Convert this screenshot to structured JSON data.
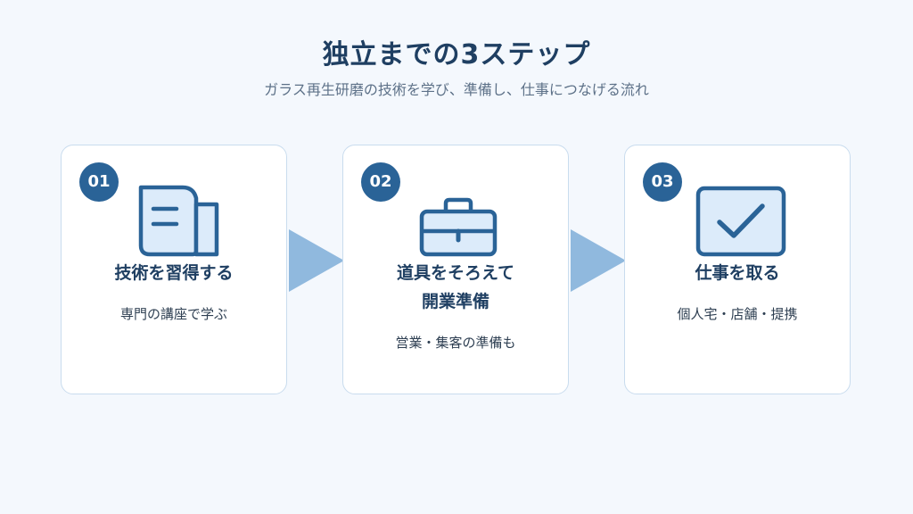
{
  "header": {
    "title": "独立までの3ステップ",
    "subtitle": "ガラス再生研磨の技術を学び、準備し、仕事につなげる流れ"
  },
  "steps": [
    {
      "number": "01",
      "title": "技術を習得する",
      "desc": "専門の講座で学ぶ",
      "icon": "document-icon"
    },
    {
      "number": "02",
      "title_line1": "道具をそろえて",
      "title_line2": "開業準備",
      "desc": "営業・集客の準備も",
      "icon": "briefcase-icon"
    },
    {
      "number": "03",
      "title": "仕事を取る",
      "desc": "個人宅・店舗・提携",
      "icon": "checkbox-icon"
    }
  ],
  "colors": {
    "accent": "#2a6397",
    "title": "#1f3f62",
    "icon_fill": "#dcebfa",
    "arrow": "#90b9de",
    "background": "#f4f8fd"
  }
}
